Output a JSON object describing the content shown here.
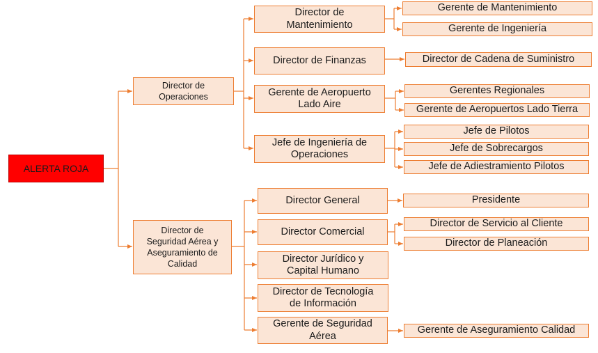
{
  "colors": {
    "connector": "#ed7d31",
    "box_fill": "#fbe5d6",
    "root_fill": "#ff0000"
  },
  "root": {
    "label": "ALERTA ROJA"
  },
  "level1": {
    "operaciones": "Director de\nOperaciones",
    "seguridad": "Director de\nSeguridad Aérea y\nAseguramiento de\nCalidad"
  },
  "level2": {
    "mantenimiento": "Director de\nMantenimiento",
    "finanzas": "Director de Finanzas",
    "aeropuerto": "Gerente de Aeropuerto\nLado Aire",
    "ingenieria_ops": "Jefe de Ingeniería de\nOperaciones",
    "general": "Director General",
    "comercial": "Director Comercial",
    "juridico": "Director Jurídico y\nCapital Humano",
    "tecnologia": "Director de Tecnología\nde Información",
    "seg_aerea": "Gerente de Seguridad\nAérea"
  },
  "level3": {
    "g_mantenimiento": "Gerente de Mantenimiento",
    "g_ingenieria": "Gerente de Ingeniería",
    "cadena": "Director de Cadena de Suministro",
    "regionales": "Gerentes Regionales",
    "tierra": "Gerente de Aeropuertos Lado Tierra",
    "pilotos": "Jefe de Pilotos",
    "sobrecargos": "Jefe de Sobrecargos",
    "adiestramiento": "Jefe de Adiestramiento Pilotos",
    "presidente": "Presidente",
    "servicio": "Director de Servicio al Cliente",
    "planeacion": "Director de Planeación",
    "aseguramiento": "Gerente de Aseguramiento Calidad"
  }
}
